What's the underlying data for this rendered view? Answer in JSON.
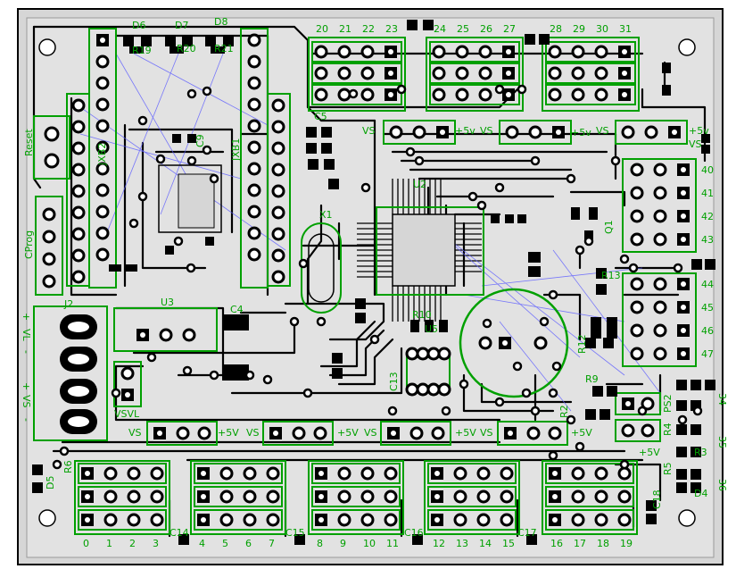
{
  "board": {
    "colors": {
      "background": "#ffffff",
      "substrate": "#d8d8d8",
      "copper": "#000000",
      "silkscreen": "#00a000",
      "ratsnest": "#5555ff"
    }
  },
  "labels": {
    "reset": "Reset",
    "cprog": "CProg",
    "jxb2": "JXB2",
    "jxb1": "JXB1",
    "u2": "U2",
    "u3": "U3",
    "u5": "U5",
    "x1": "X1",
    "j2": "J2",
    "c4": "C4",
    "c5": "C5",
    "c9": "C9",
    "c13": "C13",
    "c14": "C14",
    "c15": "C15",
    "c16": "C16",
    "c17": "C17",
    "c18": "C18",
    "d4": "D4",
    "d5": "D5",
    "d6": "D6",
    "d7": "D7",
    "d8": "D8",
    "q1": "Q1",
    "r2": "R2",
    "r3": "R3",
    "r4": "R4",
    "r5": "R5",
    "r6": "R6",
    "r9": "R9",
    "r10": "R10",
    "r12": "R12",
    "r13": "R13",
    "r19": "R19",
    "r20": "R20",
    "r21": "R21",
    "ps2": "PS2",
    "vl": "VL",
    "vs": "VS",
    "vsvl": "VSVL",
    "plus5v": "+5V",
    "plus5v_small": "+5v",
    "plus": "+",
    "minus": "-"
  },
  "top_pin_numbers": [
    "20",
    "21",
    "22",
    "23",
    "24",
    "25",
    "26",
    "27",
    "28",
    "29",
    "30",
    "31"
  ],
  "right_pin_numbers": [
    "40",
    "41",
    "42",
    "43",
    "44",
    "45",
    "46",
    "47"
  ],
  "right_low_pin_numbers": [
    "34",
    "35",
    "36"
  ],
  "bottom_pin_numbers": [
    "0",
    "1",
    "2",
    "3",
    "4",
    "5",
    "6",
    "7",
    "8",
    "9",
    "10",
    "11",
    "12",
    "13",
    "14",
    "15",
    "16",
    "17",
    "18",
    "19"
  ],
  "rail_labels": {
    "top": [
      "VS",
      "+5v",
      "VS",
      "+5v",
      "VS",
      "+5v",
      "VS"
    ],
    "bottom": [
      "VS",
      "+5V",
      "VS",
      "+5V",
      "VS",
      "+5V",
      "VS",
      "+5V"
    ]
  }
}
